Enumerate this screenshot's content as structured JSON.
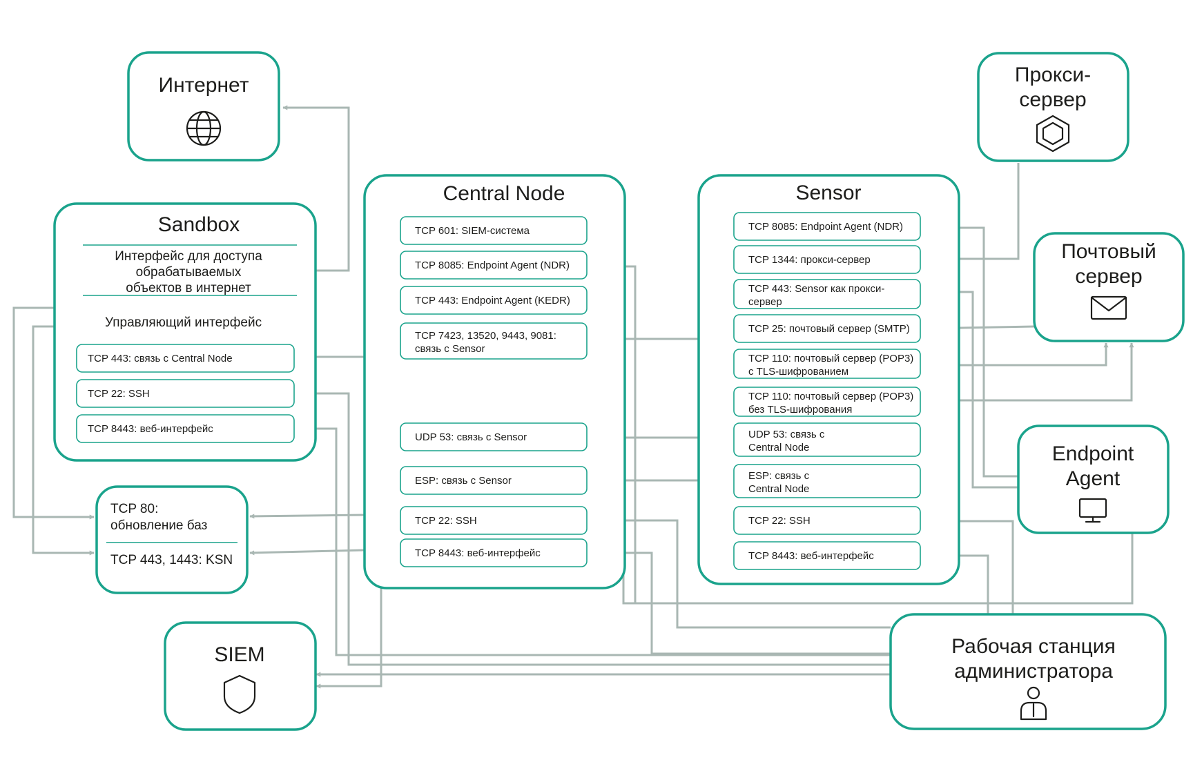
{
  "colors": {
    "node_border": "#1aa38c",
    "connector": "#a9b7b3",
    "text": "#1d1d1b",
    "background": "#ffffff"
  },
  "internet": {
    "title": "Интернет",
    "icon": "globe-icon"
  },
  "proxy": {
    "title_line1": "Прокси-",
    "title_line2": "сервер",
    "icon": "hexagon-icon"
  },
  "mail": {
    "title_line1": "Почтовый",
    "title_line2": "сервер",
    "icon": "envelope-icon"
  },
  "endpoint": {
    "title_line1": "Endpoint",
    "title_line2": "Agent",
    "icon": "monitor-icon"
  },
  "admin": {
    "title_line1": "Рабочая станция",
    "title_line2": "администратора",
    "icon": "user-icon"
  },
  "siem": {
    "title": "SIEM",
    "icon": "shield-icon"
  },
  "sandbox": {
    "title": "Sandbox",
    "internet_iface_line1": "Интерфейс для доступа",
    "internet_iface_line2": "обрабатываемых",
    "internet_iface_line3": "объектов в интернет",
    "mgmt_iface": "Управляющий интерфейс",
    "ports": [
      "TCP 443: связь с Central Node",
      "TCP 22: SSH",
      "TCP 8443: веб-интерфейс"
    ]
  },
  "updates": {
    "line1": "TCP 80:",
    "line2": "обновление баз",
    "line3": "TCP 443, 1443: KSN"
  },
  "central": {
    "title": "Central Node",
    "ports": [
      {
        "l1": "TCP 601: SIEM-система",
        "l2": ""
      },
      {
        "l1": "TCP 8085: Endpoint Agent (NDR)",
        "l2": ""
      },
      {
        "l1": "TCP 443: Endpoint Agent (KEDR)",
        "l2": ""
      },
      {
        "l1": "TCP 7423, 13520, 9443, 9081:",
        "l2": "связь с Sensor"
      },
      {
        "l1": "UDP 53: связь с Sensor",
        "l2": ""
      },
      {
        "l1": "ESP: связь с Sensor",
        "l2": ""
      },
      {
        "l1": "TCP 22: SSH",
        "l2": ""
      },
      {
        "l1": "TCP 8443: веб-интерфейс",
        "l2": ""
      }
    ]
  },
  "sensor": {
    "title": "Sensor",
    "ports": [
      {
        "l1": "TCP 8085: Endpoint Agent (NDR)",
        "l2": ""
      },
      {
        "l1": "TCP 1344: прокси-сервер",
        "l2": ""
      },
      {
        "l1": "TCP 443: Sensor как прокси-",
        "l2": "сервер"
      },
      {
        "l1": "TCP 25: почтовый сервер (SMTP)",
        "l2": ""
      },
      {
        "l1": "TCP 110: почтовый сервер (POP3)",
        "l2": "с TLS-шифрованием"
      },
      {
        "l1": "TCP 110: почтовый сервер (POP3)",
        "l2": "без TLS-шифрования"
      },
      {
        "l1": "UDP 53: связь с",
        "l2": "Central Node"
      },
      {
        "l1": "ESP: связь с",
        "l2": "Central Node"
      },
      {
        "l1": "TCP 22: SSH",
        "l2": ""
      },
      {
        "l1": "TCP 8443: веб-интерфейс",
        "l2": ""
      }
    ]
  }
}
